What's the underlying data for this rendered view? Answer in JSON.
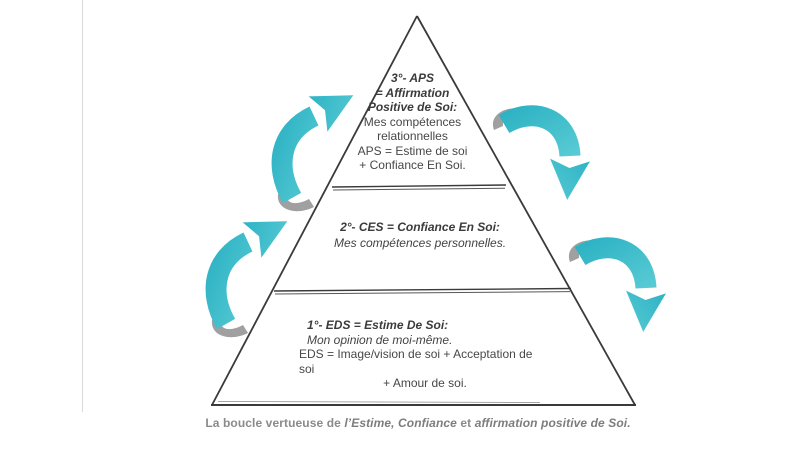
{
  "colors": {
    "arrow_teal": "#2fb3c4",
    "arrow_teal_light": "#57cad4",
    "arrow_shadow": "#a0a0a0",
    "pyramid_line": "#3a3a3a",
    "text": "#474747",
    "caption_text": "#8a8a8a"
  },
  "icons": {
    "left_arrows": "curved-loop-arrow-up-icon",
    "right_arrows": "curved-loop-arrow-down-icon"
  },
  "pyramid": {
    "level3": {
      "lines": [
        "3°- APS",
        "= Affirmation",
        "Positive de Soi:",
        "Mes compétences",
        "relationnelles",
        "APS = Estime de soi",
        "+ Confiance En Soi."
      ]
    },
    "level2": {
      "lines": [
        "2°- CES = Confiance En Soi:",
        "Mes compétences personnelles."
      ]
    },
    "level1": {
      "lines": [
        "1°- EDS = Estime De Soi:",
        "Mon opinion de moi-même.",
        "EDS = Image/vision de soi + Acceptation de soi",
        "+ Amour de soi."
      ]
    }
  },
  "caption": {
    "parts": [
      "La boucle vertueuse de ",
      "l’Estime, Confiance",
      " et ",
      "affirmation positive de Soi."
    ]
  }
}
